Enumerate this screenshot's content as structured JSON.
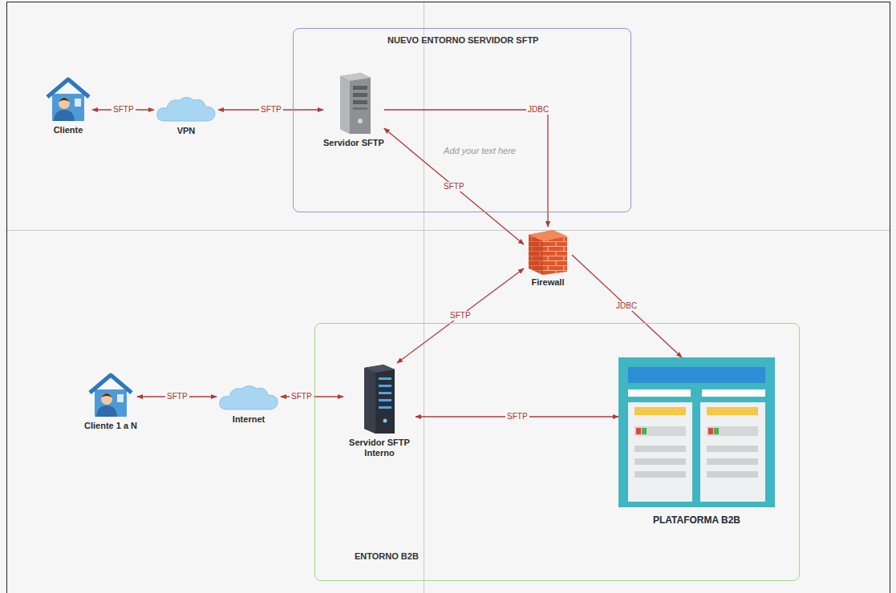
{
  "diagram": {
    "nodes": [
      {
        "text": [
          "NUEVO ENTORNO SERVIDOR SFTP"
        ]
      },
      {
        "text": [
          "Servidor SFTP"
        ],
        "in": 0
      },
      {
        "text": [
          "Cliente"
        ]
      },
      {
        "text": [
          "VPN"
        ]
      },
      {
        "text": [
          "Firewall"
        ]
      },
      {
        "text": [
          "ENTORNO B2B"
        ]
      },
      {
        "text": [
          "Cliente 1 a N"
        ]
      },
      {
        "text": [
          "Internet"
        ]
      },
      {
        "text": [
          "Servidor SFTP Interno"
        ],
        "in": 5
      },
      {
        "text": [
          "PLATAFORMA B2B"
        ],
        "in": 5
      }
    ],
    "edges": [
      {
        "from": 2,
        "to": 3,
        "label": "SFTP",
        "arrow": "both"
      },
      {
        "from": 3,
        "to": 1,
        "label": "SFTP",
        "arrow": "both"
      },
      {
        "from": 1,
        "to": 4,
        "label": "JDBC",
        "arrow": "to"
      },
      {
        "from": 1,
        "to": 4,
        "label": "SFTP",
        "arrow": "both"
      },
      {
        "from": 4,
        "to": 8,
        "label": "SFTP",
        "arrow": "both"
      },
      {
        "from": 4,
        "to": 9,
        "label": "JDBC",
        "arrow": "to"
      },
      {
        "from": 6,
        "to": 7,
        "label": "SFTP",
        "arrow": "both"
      },
      {
        "from": 7,
        "to": 8,
        "label": "SFTP",
        "arrow": "both"
      },
      {
        "from": 8,
        "to": 9,
        "label": "SFTP",
        "arrow": "both"
      }
    ],
    "labels": [
      "Add your text here"
    ]
  }
}
